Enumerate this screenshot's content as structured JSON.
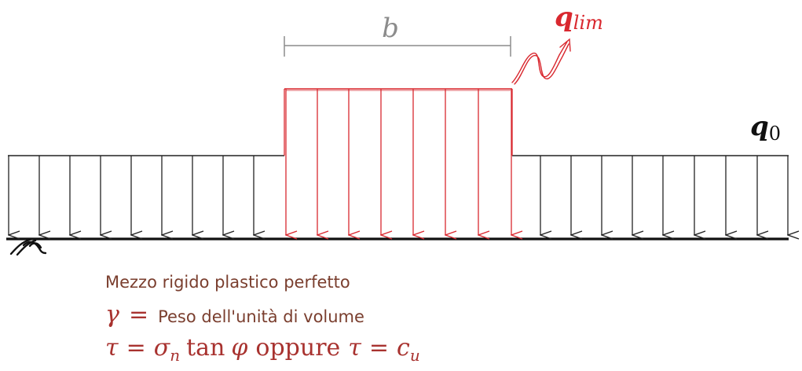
{
  "labels": {
    "width_symbol": "b",
    "limit_load_main": "q",
    "limit_load_sub": "lim",
    "surcharge_main": "q",
    "surcharge_sub": "0"
  },
  "notes": {
    "line1": "Mezzo rigido plastico perfetto",
    "line2_symbol": "γ",
    "line2_eq": "=",
    "line2_text": "Peso dell'unità di volume",
    "line3_tau1": "τ",
    "line3_eq1": "=",
    "line3_sigma": "σ",
    "line3_sigma_sub": "n",
    "line3_tan": "tan",
    "line3_phi": "φ",
    "line3_oppure": "oppure",
    "line3_tau2": "τ",
    "line3_eq2": "=",
    "line3_c": "c",
    "line3_c_sub": "u"
  },
  "colors": {
    "surcharge": "#222222",
    "limit_load": "#d9282f",
    "dimension": "#8c8c8c",
    "notes": "#7a3e2e",
    "ground": "#111111"
  },
  "icons": {
    "ground_hatch": "ground-support-hatch-icon",
    "squiggle": "squiggle-arrow-icon"
  }
}
